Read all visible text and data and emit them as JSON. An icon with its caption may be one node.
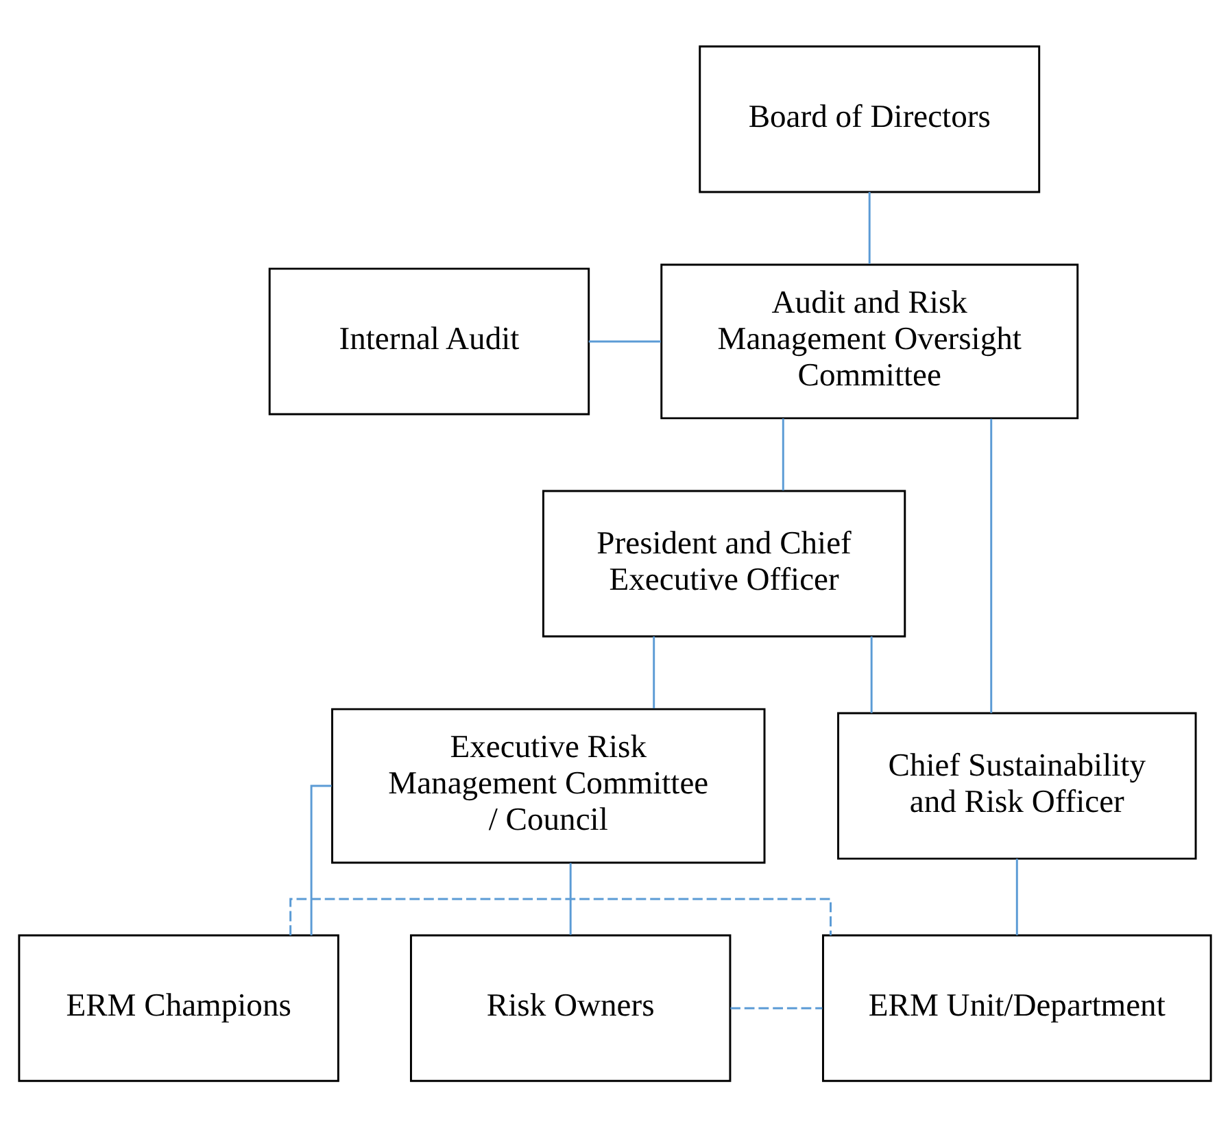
{
  "diagram": {
    "nodes": [
      {
        "text": [
          "Board of Directors"
        ]
      },
      {
        "text": [
          "Internal Audit"
        ]
      },
      {
        "text": [
          "Audit and Risk Management Oversight Committee"
        ]
      },
      {
        "text": [
          "President and Chief Executive Officer"
        ]
      },
      {
        "text": [
          "Executive Risk Management Committee / Council"
        ]
      },
      {
        "text": [
          "Chief Sustainability and Risk Officer"
        ]
      },
      {
        "text": [
          "ERM Champions"
        ]
      },
      {
        "text": [
          "ERM Unit/Department"
        ]
      },
      {
        "text": [
          "Risk Owners"
        ]
      }
    ],
    "edges": [
      {
        "from": 0,
        "to": 2,
        "arrow": "none"
      },
      {
        "from": 1,
        "to": 2,
        "arrow": "none"
      },
      {
        "from": 2,
        "to": 3,
        "arrow": "none"
      },
      {
        "from": 2,
        "to": 5,
        "arrow": "none"
      },
      {
        "from": 3,
        "to": 4,
        "arrow": "none"
      },
      {
        "from": 3,
        "to": 5,
        "arrow": "none"
      },
      {
        "from": 4,
        "to": 6,
        "arrow": "none"
      },
      {
        "from": 4,
        "to": 8,
        "arrow": "none"
      },
      {
        "from": 5,
        "to": 7,
        "arrow": "none"
      },
      {
        "from": 6,
        "to": 7,
        "arrow": "none",
        "style": "dashed"
      },
      {
        "from": 8,
        "to": 7,
        "arrow": "none",
        "style": "dashed"
      }
    ]
  }
}
